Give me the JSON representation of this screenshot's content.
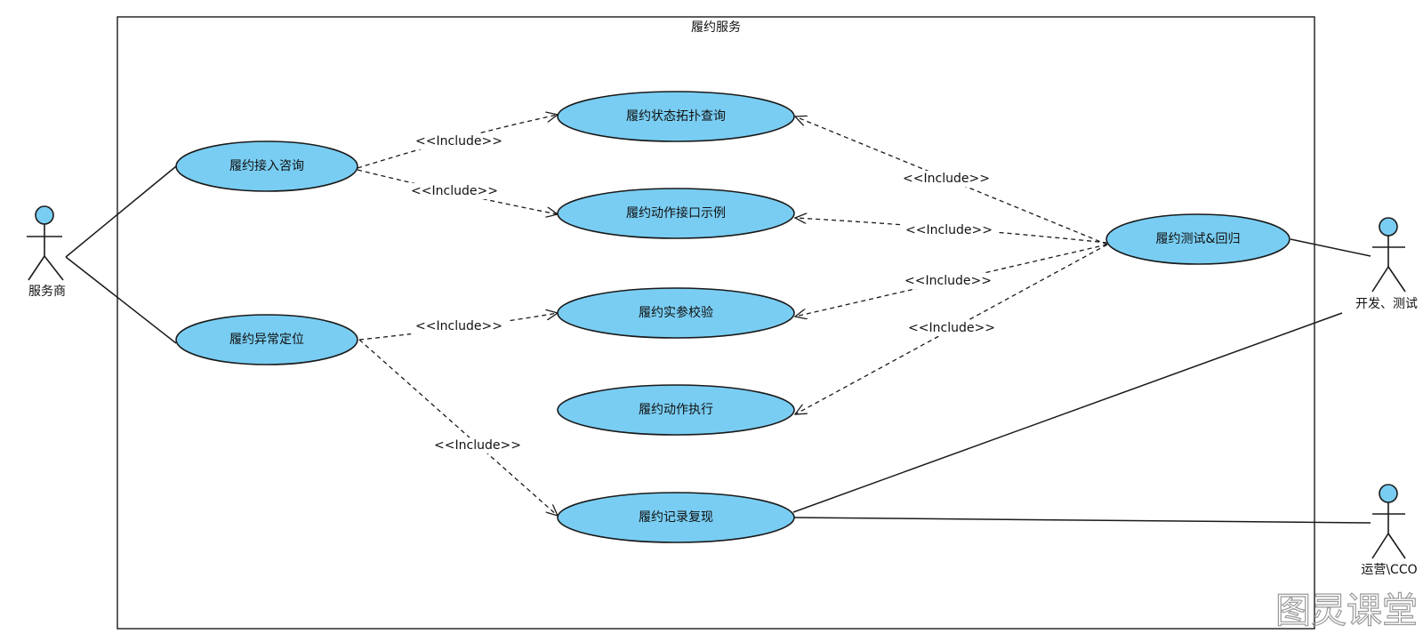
{
  "system": {
    "title": "履约服务"
  },
  "actors": [
    {
      "id": "provider",
      "label": "服务商"
    },
    {
      "id": "dev",
      "label": "开发、测试"
    },
    {
      "id": "ops",
      "label": "运营\\CCO"
    }
  ],
  "use_cases": [
    {
      "id": "access",
      "label": "履约接入咨询"
    },
    {
      "id": "exception",
      "label": "履约异常定位"
    },
    {
      "id": "topology",
      "label": "履约状态拓扑查询"
    },
    {
      "id": "api_example",
      "label": "履约动作接口示例"
    },
    {
      "id": "param_check",
      "label": "履约实参校验"
    },
    {
      "id": "action_exec",
      "label": "履约动作执行"
    },
    {
      "id": "record_replay",
      "label": "履约记录复现"
    },
    {
      "id": "test_regress",
      "label": "履约测试&回归"
    }
  ],
  "include_label": "<<Include>>",
  "watermark": "图灵课堂",
  "colors": {
    "usecase_fill": "#79cdf2",
    "actor_fill": "#79cdf2",
    "stroke": "#1a1a1a"
  }
}
